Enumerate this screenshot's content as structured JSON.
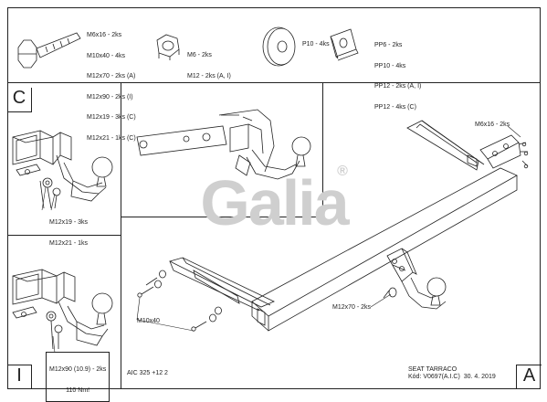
{
  "parts": {
    "bolts": [
      "M6x16 - 2ks",
      "M10x40 - 4ks",
      "M12x70 - 2ks (A)",
      "M12x90 - 2ks (I)",
      "M12x19 - 3ks (C)",
      "M12x21 - 1ks (C)"
    ],
    "nuts": [
      "M6 - 2ks",
      "M12 - 2ks (A, I)"
    ],
    "washer": "P10 - 4ks",
    "plates": [
      "PP6 - 2ks",
      "PP10 - 4ks",
      "PP12 - 2ks (A, I)",
      "PP12 - 4ks (C)"
    ]
  },
  "view_c": {
    "letter": "C",
    "callouts": [
      "M12x19 - 3ks",
      "M12x21 - 1ks"
    ]
  },
  "view_i": {
    "letter": "I",
    "callouts": [
      "M12x90 (10.9) - 2ks",
      "110 Nm!"
    ]
  },
  "view_a": {
    "letter": "A",
    "callout_top": "M6x16 - 2ks",
    "callout_left": "M10x40",
    "callout_center": "M12x70 - 2ks"
  },
  "logo": {
    "text": "Galia",
    "mark": "®"
  },
  "footer": {
    "code": "AIC 325 +12 2",
    "vehicle": "SEAT TARRACO",
    "doc_code": "Kód: V0697(A.I.C)  30. 4. 2019"
  }
}
